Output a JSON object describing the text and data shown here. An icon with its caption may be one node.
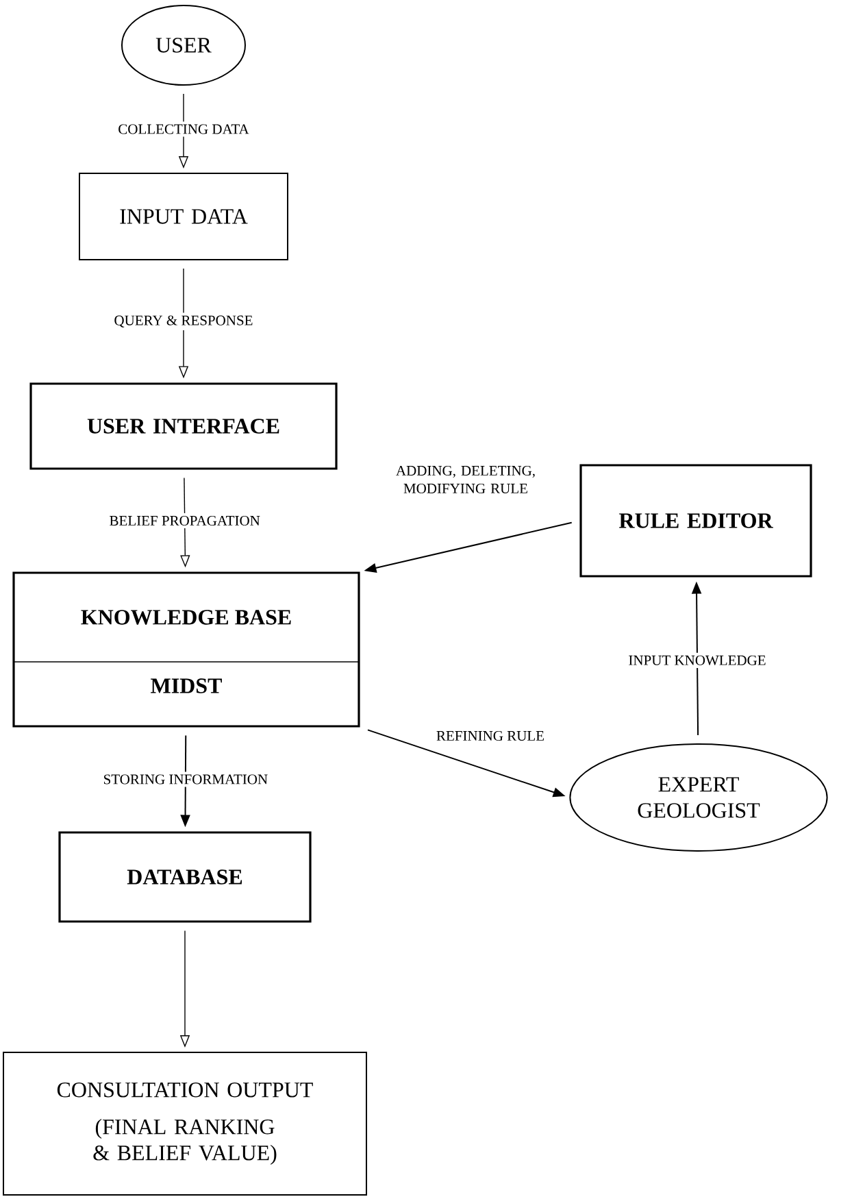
{
  "diagram": {
    "nodes": [
      {
        "text": [
          "USER"
        ]
      },
      {
        "text": [
          "INPUT DATA"
        ]
      },
      {
        "text": [
          "USER INTERFACE"
        ]
      },
      {
        "text": [
          "KNOWLEDGE BASE",
          "MIDST"
        ]
      },
      {
        "text": [
          "DATABASE"
        ]
      },
      {
        "text": [
          "CONSULTATION OUTPUT",
          "(FINAL RANKING & BELIEF VALUE)"
        ]
      },
      {
        "text": [
          "RULE EDITOR"
        ]
      },
      {
        "text": [
          "EXPERT GEOLOGIST"
        ]
      }
    ],
    "edges": [
      {
        "from": 0,
        "to": 1,
        "arrow": "to",
        "label": "COLLECTING DATA"
      },
      {
        "from": 1,
        "to": 2,
        "arrow": "to",
        "label": "QUERY & RESPONSE"
      },
      {
        "from": 2,
        "to": 3,
        "arrow": "to",
        "label": "BELIEF PROPAGATION"
      },
      {
        "from": 6,
        "to": 3,
        "arrow": "to",
        "label": "ADDING, DELETING, MODIFYING RULE"
      },
      {
        "from": 3,
        "to": 7,
        "arrow": "to",
        "label": "REFINING RULE"
      },
      {
        "from": 7,
        "to": 6,
        "arrow": "to",
        "label": "INPUT KNOWLEDGE"
      },
      {
        "from": 3,
        "to": 4,
        "arrow": "to",
        "label": "STORING INFORMATION"
      },
      {
        "from": 4,
        "to": 5,
        "arrow": "to"
      }
    ]
  }
}
